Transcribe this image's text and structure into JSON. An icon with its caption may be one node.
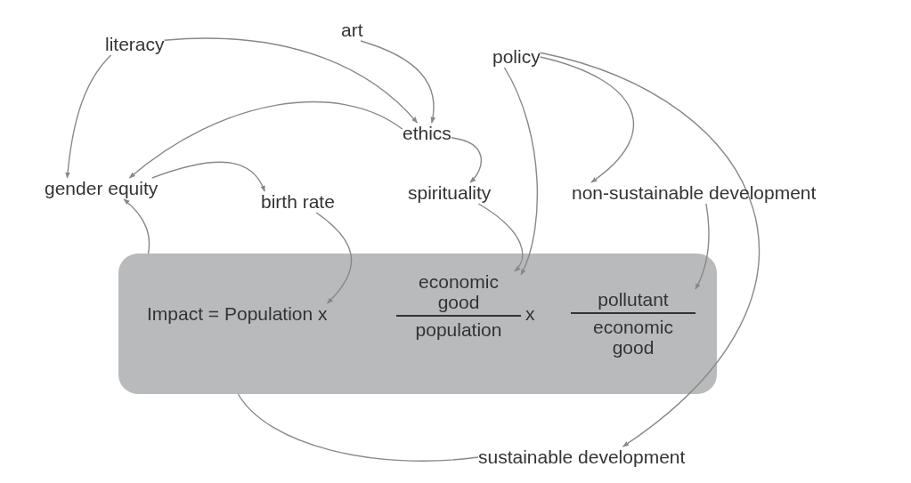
{
  "diagram": {
    "nodes": [
      {
        "text": [
          "literacy"
        ]
      },
      {
        "text": [
          "art"
        ]
      },
      {
        "text": [
          "policy"
        ]
      },
      {
        "text": [
          "ethics"
        ]
      },
      {
        "text": [
          "gender equity"
        ]
      },
      {
        "text": [
          "birth rate"
        ]
      },
      {
        "text": [
          "spirituality"
        ]
      },
      {
        "text": [
          "non-sustainable development"
        ]
      },
      {
        "text": [],
        "shape": "box"
      },
      {
        "text": [
          "Impact = Population x"
        ],
        "in": 8
      },
      {
        "text": [
          "economic good",
          "population"
        ],
        "in": 8
      },
      {
        "text": [
          "x"
        ],
        "in": 8
      },
      {
        "text": [
          "pollutant",
          "economic good"
        ],
        "in": 8
      },
      {
        "text": [
          "sustainable development"
        ]
      }
    ],
    "edges": [
      {
        "from": 0,
        "to": 4,
        "arrow": "to"
      },
      {
        "from": 0,
        "to": 3,
        "arrow": "to"
      },
      {
        "from": 1,
        "to": 3,
        "arrow": "to"
      },
      {
        "from": 3,
        "to": 4,
        "arrow": "to"
      },
      {
        "from": 4,
        "to": 5,
        "arrow": "to"
      },
      {
        "from": 3,
        "to": 6,
        "arrow": "to"
      },
      {
        "from": 5,
        "to": 9,
        "arrow": "to"
      },
      {
        "from": 6,
        "to": 10,
        "arrow": "to"
      },
      {
        "from": 2,
        "to": 10,
        "arrow": "to"
      },
      {
        "from": 2,
        "to": 7,
        "arrow": "to"
      },
      {
        "from": 2,
        "to": 13,
        "arrow": "to"
      },
      {
        "from": 7,
        "to": 12,
        "arrow": "to"
      },
      {
        "from": 8,
        "to": 4,
        "arrow": "to"
      },
      {
        "from": 8,
        "to": 13,
        "arrow": "none"
      }
    ]
  }
}
